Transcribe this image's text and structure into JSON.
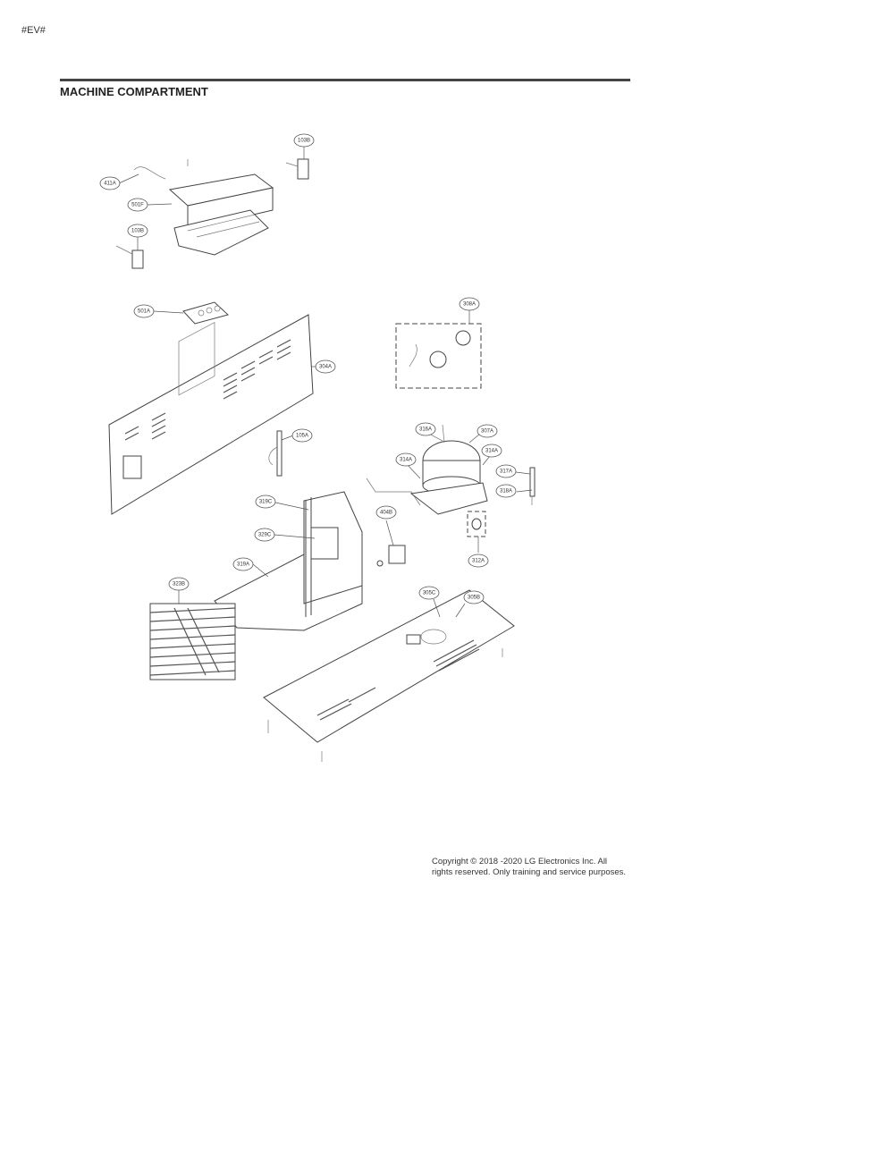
{
  "header": {
    "corner_tag": "#EV#"
  },
  "section": {
    "title": "MACHINE COMPARTMENT"
  },
  "diagram": {
    "callouts": [
      {
        "id": "c-103b-top",
        "label": "103B"
      },
      {
        "id": "c-411a",
        "label": "411A"
      },
      {
        "id": "c-501f",
        "label": "501F"
      },
      {
        "id": "c-103b-left",
        "label": "103B"
      },
      {
        "id": "c-501a",
        "label": "501A"
      },
      {
        "id": "c-304a",
        "label": "304A"
      },
      {
        "id": "c-308a",
        "label": "308A"
      },
      {
        "id": "c-105a",
        "label": "105A"
      },
      {
        "id": "c-316a",
        "label": "316A"
      },
      {
        "id": "c-307a",
        "label": "307A"
      },
      {
        "id": "c-314a-right",
        "label": "314A"
      },
      {
        "id": "c-314a-left",
        "label": "314A"
      },
      {
        "id": "c-317a",
        "label": "317A"
      },
      {
        "id": "c-318a",
        "label": "318A"
      },
      {
        "id": "c-319c",
        "label": "319C"
      },
      {
        "id": "c-404b",
        "label": "404B"
      },
      {
        "id": "c-329c",
        "label": "329C"
      },
      {
        "id": "c-312a",
        "label": "312A"
      },
      {
        "id": "c-319a",
        "label": "319A"
      },
      {
        "id": "c-323b",
        "label": "323B"
      },
      {
        "id": "c-305c",
        "label": "305C"
      },
      {
        "id": "c-305b",
        "label": "305B"
      }
    ]
  },
  "footer": {
    "copyright": "Copyright © 2018 -2020 LG Electronics Inc. All rights reserved. Only training and service purposes."
  }
}
